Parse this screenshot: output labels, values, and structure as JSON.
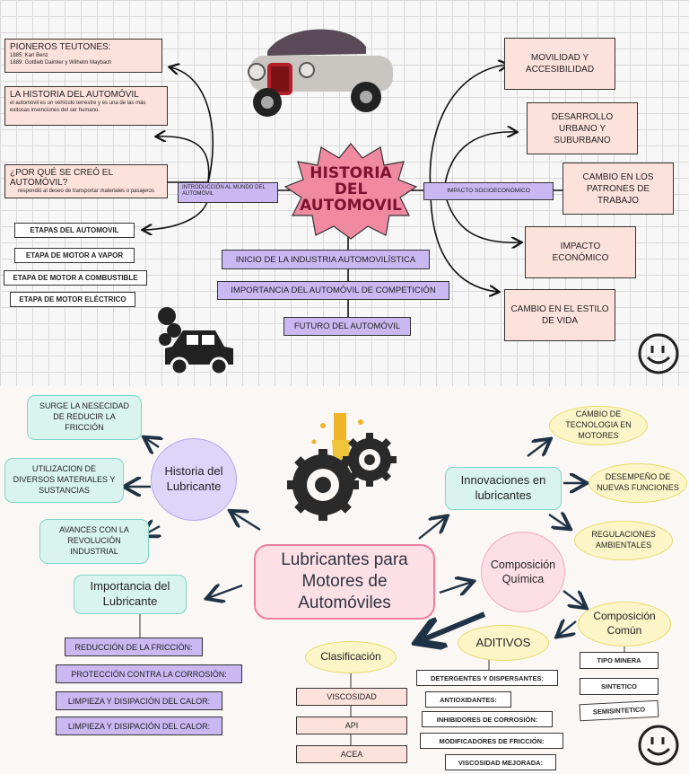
{
  "top": {
    "title": [
      "HISTORIA",
      "DEL",
      "AUTOMOVIL"
    ],
    "left_branch": "INTRODUCCIÓN AL MUNDO DEL AUTOMÓVIL",
    "right_branch": "IMPACTO SOCIOECONÓMICO",
    "notes": [
      {
        "title": "PIONEROS TEUTONES:",
        "lines": [
          "1885: Karl Benz",
          "1889: Gottlieb Daimler y Wilhelm Maybach"
        ]
      },
      {
        "title": "LA HISTORIA DEL AUTOMÓVIL",
        "lines": [
          "el automóvil es un vehículo terrestre y es una de las más exitosas invenciones del ser humano."
        ]
      },
      {
        "title": "¿POR QUÉ SE CREÓ EL AUTOMÓVIL?",
        "lines": [
          "respondió al deseo de transportar materiales o pasajeros"
        ]
      }
    ],
    "stages": [
      "ETAPAS DEL AUTOMOVIL",
      "ETAPA DE MOTOR A VAPOR",
      "ETAPA DE MOTOR A COMBUSTIBLE",
      "ETAPA DE MOTOR ELÉCTRICO"
    ],
    "center_items": [
      "INICIO DE LA INDUSTRIA AUTOMOVILÍSTICA",
      "IMPORTANCIA DEL AUTOMÓVIL DE COMPETICIÓN",
      "FUTURO DEL AUTOMÓVIL"
    ],
    "impacts": [
      "MOVILIDAD Y ACCESIBILIDAD",
      "DESARROLLO URBANO Y SUBURBANO",
      "CAMBIO EN LOS PATRONES DE TRABAJO",
      "IMPACTO ECONÓMICO",
      "CAMBIO EN EL ESTILO DE VIDA"
    ]
  },
  "bottom": {
    "center": "Lubricantes para Motores de Automóviles",
    "historia": "Historia del Lubricante",
    "historia_items": [
      "SURGE LA NESECIDAD DE REDUCIR LA FRICCIÓN",
      "UTILIZACION DE DIVERSOS MATERIALES Y SUSTANCIAS",
      "AVANCES CON LA REVOLUCIÓN INDUSTRIAL"
    ],
    "importancia": "Importancia del Lubricante",
    "importancia_items": [
      "REDUCCIÓN DE LA FRICCIÓN:",
      "PROTECCIÓN CONTRA LA CORROSIÓN:",
      "LIMPIEZA Y DISIPACIÓN DEL CALOR:",
      "LIMPIEZA Y DISIPACIÓN DEL CALOR:"
    ],
    "innovaciones": "Innovaciones en lubricantes",
    "innovaciones_items": [
      "CAMBIO DE TECNOLOGIA EN MOTORES",
      "DESEMPEÑO DE NUEVAS FUNCIONES",
      "REGULACIONES AMBIENTALES"
    ],
    "composicion_quimica": "Composición Química",
    "composicion_comun": "Composición Común",
    "composicion_items": [
      "TIPO MINERA",
      "SINTETICO",
      "SEMISINTETICO"
    ],
    "aditivos": "ADITIVOS",
    "aditivos_items": [
      "DETERGENTES Y DISPERSANTES:",
      "ANTIOXIDANTES:",
      "INHIBIDORES DE CORROSIÓN:",
      "MODIFICADORES DE FRICCIÓN:",
      "VISCOSIDAD MEJORADA:"
    ],
    "clasificacion": "Clasificación",
    "clasificacion_items": [
      "VISCOSIDAD",
      "API",
      "ACEA"
    ]
  },
  "colors": {
    "pink": "#fde2dc",
    "purple": "#c9b8f2",
    "teal": "#d9f4ee",
    "yellow": "#fbf5c8",
    "title_pink": "#f08aa0"
  }
}
